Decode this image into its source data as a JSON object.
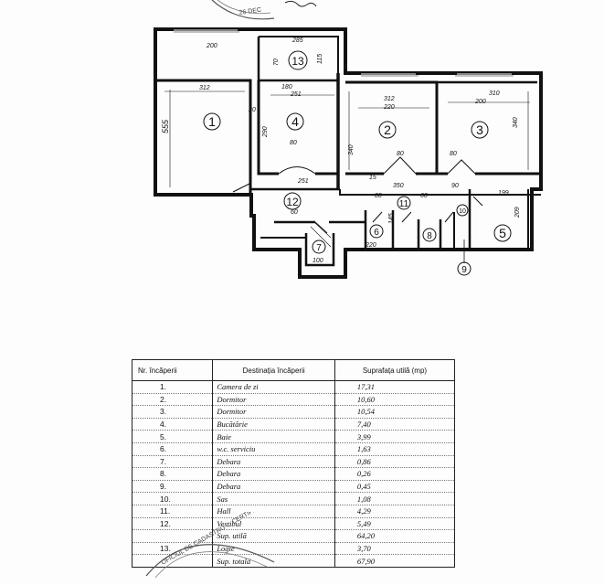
{
  "plan": {
    "rooms": [
      {
        "id": "1",
        "dim_w": "312",
        "dim_h": "555"
      },
      {
        "id": "2",
        "dim_w": "312",
        "dim_h": "340"
      },
      {
        "id": "3",
        "dim_w": "310",
        "dim_h": "340"
      },
      {
        "id": "4",
        "dim_w": "180",
        "dim_h": "290"
      },
      {
        "id": "5",
        "dim_w": "199",
        "dim_h": "209"
      },
      {
        "id": "6"
      },
      {
        "id": "7"
      },
      {
        "id": "8"
      },
      {
        "id": "9"
      },
      {
        "id": "10"
      },
      {
        "id": "11"
      },
      {
        "id": "12"
      },
      {
        "id": "13"
      }
    ],
    "dimensions": [
      "200",
      "285",
      "115",
      "312",
      "251",
      "310",
      "200",
      "220",
      "80",
      "80",
      "80",
      "350",
      "251",
      "60",
      "90",
      "80",
      "145",
      "220",
      "100",
      "60",
      "15",
      "20",
      "70"
    ]
  },
  "table": {
    "headers": {
      "nr": "Nr. încăperii",
      "dest": "Destinația încăperii",
      "area": "Suprafața utilă (mp)"
    },
    "rows": [
      {
        "nr": "1.",
        "dest": "Camera de zi",
        "area": "17,31"
      },
      {
        "nr": "2.",
        "dest": "Dormitor",
        "area": "10,60"
      },
      {
        "nr": "3.",
        "dest": "Dormitor",
        "area": "10,54"
      },
      {
        "nr": "4.",
        "dest": "Bucătărie",
        "area": "7,40"
      },
      {
        "nr": "5.",
        "dest": "Baie",
        "area": "3,99"
      },
      {
        "nr": "6.",
        "dest": "w.c. serviciu",
        "area": "1,63"
      },
      {
        "nr": "7.",
        "dest": "Debara",
        "area": "0,86"
      },
      {
        "nr": "8.",
        "dest": "Debara",
        "area": "0,26"
      },
      {
        "nr": "9.",
        "dest": "Debara",
        "area": "0,45"
      },
      {
        "nr": "10.",
        "dest": "Sas",
        "area": "1,08"
      },
      {
        "nr": "11.",
        "dest": "Hall",
        "area": "4,29"
      },
      {
        "nr": "12.",
        "dest": "Vestibul",
        "area": "5,49"
      },
      {
        "nr": "",
        "dest": "Sup. utilă",
        "area": "64,20"
      },
      {
        "nr": "13.",
        "dest": "Logie",
        "area": "3,70"
      },
      {
        "nr": "",
        "dest": "Sup. totală",
        "area": "67,90"
      }
    ]
  },
  "stamps": {
    "top_text": "26 DEC",
    "bottom_text": "OFICIUL DE CADASTRU ... CERTIFICAT"
  }
}
